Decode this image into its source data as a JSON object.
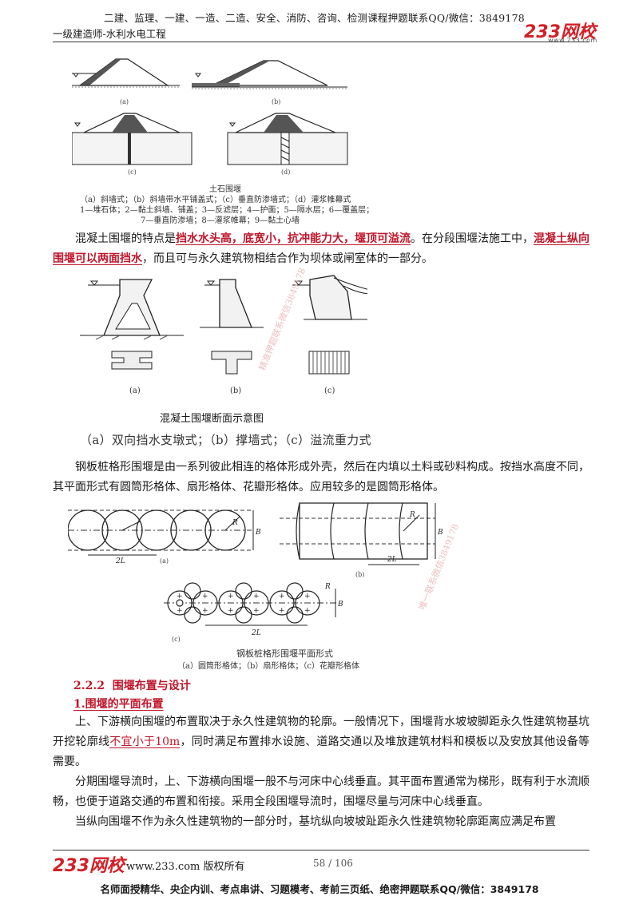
{
  "header": {
    "top_line": "二建、监理、一建、一造、二造、安全、消防、咨询、检测课程押题联系QQ/微信：3849178",
    "subtitle": "一级建造师-水利水电工程",
    "logo_text": "233网校",
    "logo_sub": "www.233.com"
  },
  "fig1": {
    "title": "土石围堰",
    "types_line": "（a）斜墙式；（b）斜墙带水平铺盖式；（c）垂直防渗墙式；（d）灌浆帷幕式",
    "legend_line1": "1—堆石体；2—黏土斜墙、铺盖；3—反滤层；4—护面；5—隔水层；6—覆盖层；",
    "legend_line2": "7—垂直防渗墙；8—灌浆帷幕；9—黏土心墙",
    "panel_labels": [
      "(a)",
      "(b)",
      "(c)",
      "(d)"
    ]
  },
  "para1": {
    "lead": "混凝土围堰的特点是",
    "hl1": "挡水水头高，底宽小，抗冲能力大，堰顶可溢流",
    "mid": "。在分段围堰法施工中，",
    "hl2": "混凝土纵向围堰可以两面挡水",
    "tail": "，而且可与永久建筑物相结合作为坝体或闸室体的一部分。"
  },
  "fig2": {
    "panel_labels": [
      "(a)",
      "(b)",
      "(c)"
    ],
    "title": "混凝土围堰断面示意图",
    "legend": "（a）双向挡水支墩式；（b）撑墙式；（c）溢流重力式"
  },
  "para2": "钢板桩格形围堰是由一系列彼此相连的格体形成外壳，然后在内填以土料或砂料构成。按挡水高度不同，其平面形式有圆筒形格体、扇形格体、花瓣形格体。应用较多的是圆筒形格体。",
  "fig3": {
    "dim_R": "R",
    "dim_B": "B",
    "dim_2L": "2L",
    "panel_labels": [
      "(a)",
      "(b)",
      "(c)"
    ],
    "title": "钢板桩格形围堰平面形式",
    "legend": "（a）圆筒形格体；（b）扇形格体；（c）花瓣形格体"
  },
  "section": {
    "number": "2.2.2",
    "title": "围堰布置与设计",
    "sub_title": "1.围堰的平面布置"
  },
  "para3": {
    "lead": "上、下游横向围堰的布置取决于永久性建筑物的轮廓。一般情况下，围堰背水坡坡脚距永久性建筑物基坑开挖轮廓线",
    "hl": "不宜小于10m",
    "tail": "，同时满足布置排水设施、道路交通以及堆放建筑材料和模板以及安放其他设备等需要。"
  },
  "para4": "分期围堰导流时，上、下游横向围堰一般不与河床中心线垂直。其平面布置通常为梯形，既有利于水流顺畅，也便于道路交通的布置和衔接。采用全段围堰导流时，围堰尽量与河床中心线垂直。",
  "para5": "当纵向围堰不作为永久性建筑物的一部分时，基坑纵向坡坡趾距永久性建筑物轮廓距离应满足布置",
  "watermarks": [
    "精准押题联系微信3849178",
    "唯一联系微信3849178"
  ],
  "footer": {
    "logo_text": "233网校",
    "site": "www.233.com 版权所有",
    "page": "58 / 106",
    "bottom": "名师面授精华、央企内训、考点串讲、习题模考、考前三页纸、绝密押题联系QQ/微信：3849178"
  }
}
